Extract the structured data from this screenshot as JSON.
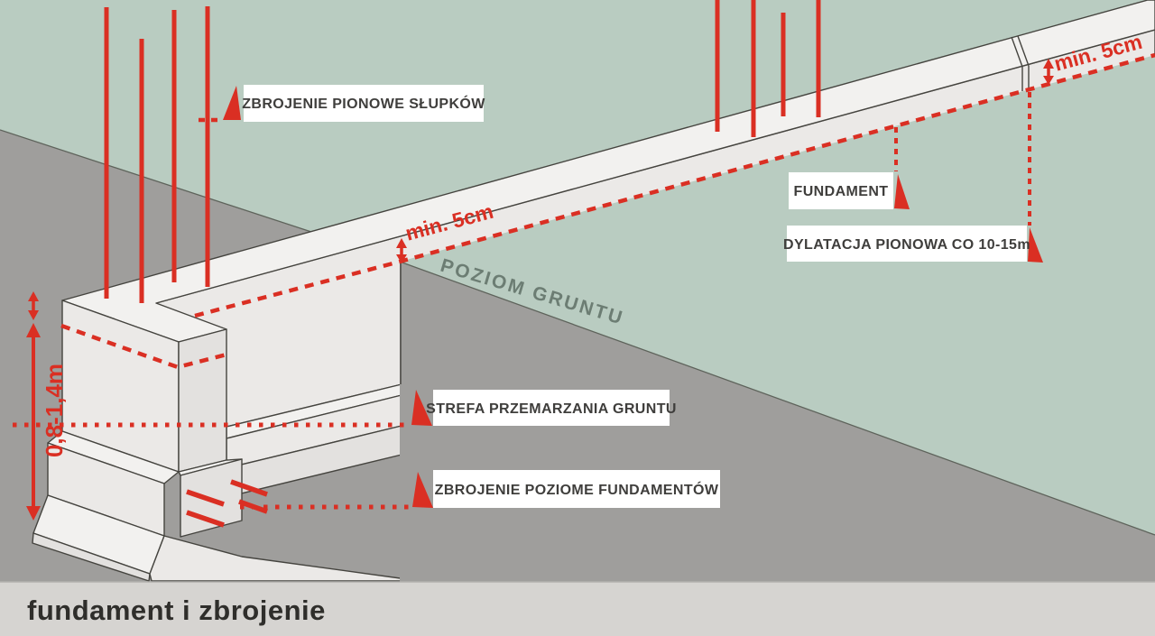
{
  "title_bar": {
    "title": "fundament i zbrojenie"
  },
  "diagram": {
    "labels": {
      "vertical_rebar": "ZBROJENIE PIONOWE SŁUPKÓW",
      "foundation": "FUNDAMENT",
      "expansion_joint": "DYLATACJA PIONOWA CO 10-15m",
      "frost_zone": "STREFA PRZEMARZANIA GRUNTU",
      "horizontal_rebar": "ZBROJENIE POZIOME FUNDAMENTÓW"
    },
    "annotations": {
      "ground_level": "POZIOM GRUNTU",
      "min_clearance_mid": "min. 5cm",
      "min_clearance_right": "min. 5cm",
      "foundation_depth": "0,8-1,4m"
    },
    "colors": {
      "ground_green": "#b9ccc1",
      "soil_gray": "#9f9e9c",
      "accent_red": "#da2f23",
      "concrete_light": "#f2f1ef",
      "concrete_mid": "#ebe9e7",
      "concrete_dark": "#e3e1df",
      "line_dark": "#45443f",
      "label_text": "#3f3e3c",
      "ground_text": "#6c7d73",
      "footer_bg": "#d6d4d1",
      "footer_text": "#2f2e2b"
    }
  }
}
